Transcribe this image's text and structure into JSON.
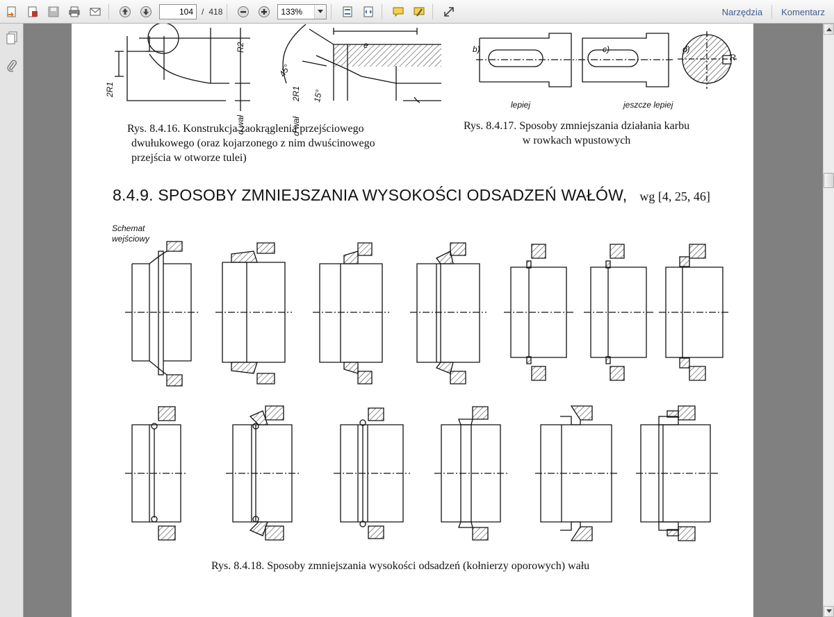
{
  "toolbar": {
    "page_current": "104",
    "page_separator": "/",
    "page_total": "418",
    "zoom": "133%",
    "menu": {
      "tools": "Narzędzia",
      "comment": "Komentarz"
    }
  },
  "document": {
    "top_labels": {
      "r2": "R2",
      "2r1_a": "2R1",
      "2r1_b": "2R1",
      "dwal_a": "d wał",
      "dwal_b": "d wał",
      "angle45": "45°",
      "angle15": "15°",
      "e": "e",
      "b": "b)",
      "c": "c)",
      "d": "d)",
      "R": "R",
      "lepiej": "lepiej",
      "jeszcze_lepiej": "jeszcze  lepiej"
    },
    "caption_1": [
      "Rys. 8.4.16.  Konstrukcja zaokrąglenia  przejściowego",
      "dwułukowego (oraz kojarzonego z nim dwuścinowego",
      "przejścia w otworze tulei)"
    ],
    "caption_2": [
      "Rys. 8.4.17.  Sposoby zmniejszania działania karbu",
      "w rowkach wpustowych"
    ],
    "heading": "8.4.9. SPOSOBY ZMNIEJSZANIA WYSOKOŚCI ODSADZEŃ WAŁÓW,",
    "heading_ref": "wg  [4, 25, 46]",
    "schemat_label": [
      "Schemat",
      "wejściowy"
    ],
    "caption_3": "Rys. 8.4.18.  Sposoby zmniejszania wysokości odsadzeń  (kołnierzy oporowych)  wału"
  }
}
